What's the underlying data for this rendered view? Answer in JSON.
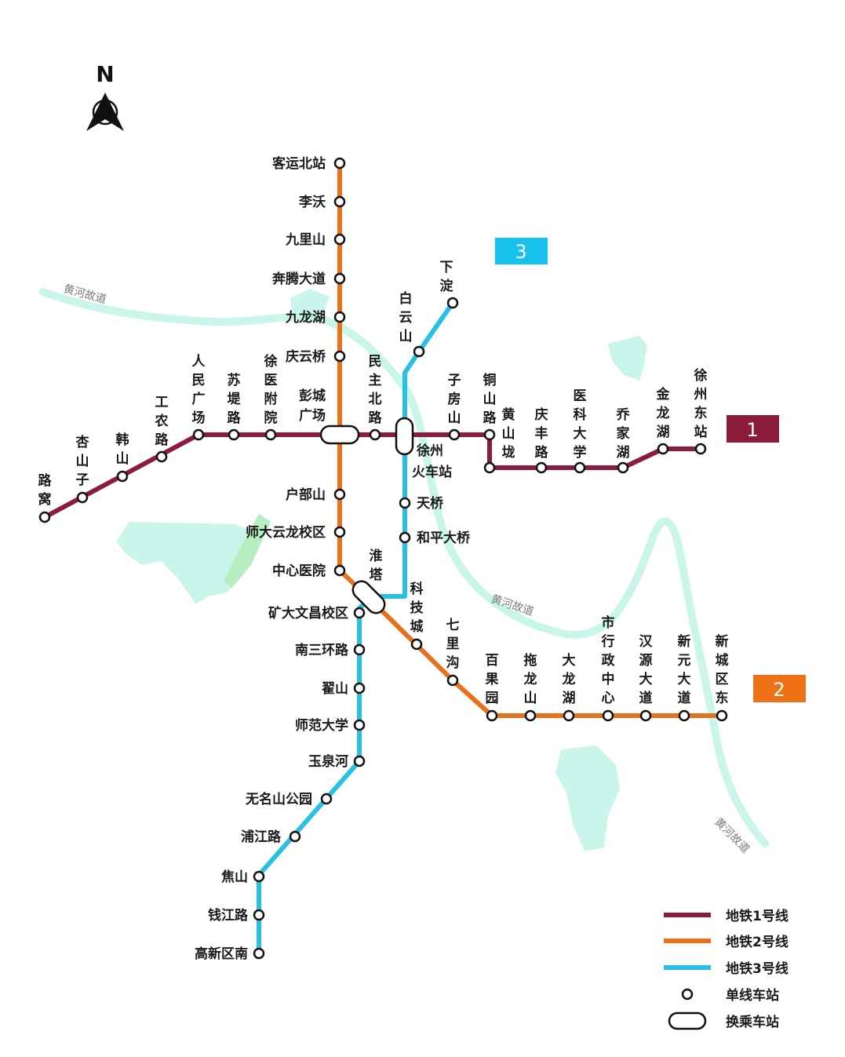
{
  "compass": {
    "label": "N",
    "icon": "north-arrow-icon"
  },
  "colors": {
    "line1": "#8b1c3a",
    "line2": "#e8711c",
    "line3": "#29c0e4",
    "river": "#c9f5ea",
    "park": "#c9f5ea",
    "park_dark": "#b6eec2",
    "station_fill": "#ffffff",
    "station_stroke": "#111111"
  },
  "line_badges": [
    {
      "id": "line1",
      "label": "1",
      "color": "#8b1c3a"
    },
    {
      "id": "line2",
      "label": "2",
      "color": "#ee7116"
    },
    {
      "id": "line3",
      "label": "3",
      "color": "#16c3ee"
    }
  ],
  "river_labels": [
    "黄河故道",
    "黄河故道",
    "黄河故道"
  ],
  "lines": {
    "line1": {
      "name": "地铁1号线",
      "stations": [
        "路窝",
        "杏山子",
        "韩山",
        "工农路",
        "人民广场",
        "苏堤路",
        "徐医附院",
        "彭城广场",
        "民主北路",
        "徐州火车站",
        "子房山",
        "铜山路",
        "黄山垅",
        "庆丰路",
        "医科大学",
        "乔家湖",
        "金龙湖",
        "徐州东站"
      ]
    },
    "line2": {
      "name": "地铁2号线",
      "stations": [
        "客运北站",
        "李沃",
        "九里山",
        "奔腾大道",
        "九龙湖",
        "庆云桥",
        "彭城广场",
        "户部山",
        "师大云龙校区",
        "中心医院",
        "淮塔",
        "科技城",
        "七里沟",
        "百果园",
        "拖龙山",
        "大龙湖",
        "市行政中心",
        "汉源大道",
        "新元大道",
        "新城区东"
      ]
    },
    "line3": {
      "name": "地铁3号线",
      "stations": [
        "下淀",
        "白云山",
        "徐州火车站",
        "天桥",
        "和平大桥",
        "淮塔",
        "矿大文昌校区",
        "南三环路",
        "翟山",
        "师范大学",
        "玉泉河",
        "无名山公园",
        "浦江路",
        "焦山",
        "钱江路",
        "高新区南"
      ]
    }
  },
  "labels": {
    "s1_0": "路窝",
    "s1_1": "杏山子",
    "s1_2": "韩山",
    "s1_3": "工农路",
    "s1_4": "人民广场",
    "s1_5": "苏堤路",
    "s1_6": "徐医附院",
    "x_pc": "彭城广场",
    "s1_8": "民主北路",
    "x_hcz_1": "徐州",
    "x_hcz_2": "火车站",
    "s1_10": "子房山",
    "s1_11": "铜山路",
    "s1_12": "黄山垅",
    "s1_13": "庆丰路",
    "s1_14": "医科大学",
    "s1_15": "乔家湖",
    "s1_16": "金龙湖",
    "s1_17": "徐州东站",
    "s2_0": "客运北站",
    "s2_1": "李沃",
    "s2_2": "九里山",
    "s2_3": "奔腾大道",
    "s2_4": "九龙湖",
    "s2_5": "庆云桥",
    "s2_7": "户部山",
    "s2_8": "师大云龙校区",
    "s2_9": "中心医院",
    "x_ht": "淮塔",
    "s2_11": "科技城",
    "s2_12": "七里沟",
    "s2_13": "百果园",
    "s2_14": "拖龙山",
    "s2_15": "大龙湖",
    "s2_16": "市行政中心",
    "s2_17": "汉源大道",
    "s2_18": "新元大道",
    "s2_19": "新城区东",
    "s3_0": "下淀",
    "s3_1": "白云山",
    "s3_3": "天桥",
    "s3_4": "和平大桥",
    "s3_6": "矿大文昌校区",
    "s3_7": "南三环路",
    "s3_8": "翟山",
    "s3_9": "师范大学",
    "s3_10": "玉泉河",
    "s3_11": "无名山公园",
    "s3_12": "浦江路",
    "s3_13": "焦山",
    "s3_14": "钱江路",
    "s3_15": "高新区南"
  },
  "legend": {
    "items": [
      {
        "label": "地铁1号线",
        "type": "line",
        "color": "#8b1c3a"
      },
      {
        "label": "地铁2号线",
        "type": "line",
        "color": "#e8711c"
      },
      {
        "label": "地铁3号线",
        "type": "line",
        "color": "#29c0e4"
      },
      {
        "label": "单线车站",
        "type": "station"
      },
      {
        "label": "换乘车站",
        "type": "interchange"
      }
    ]
  }
}
